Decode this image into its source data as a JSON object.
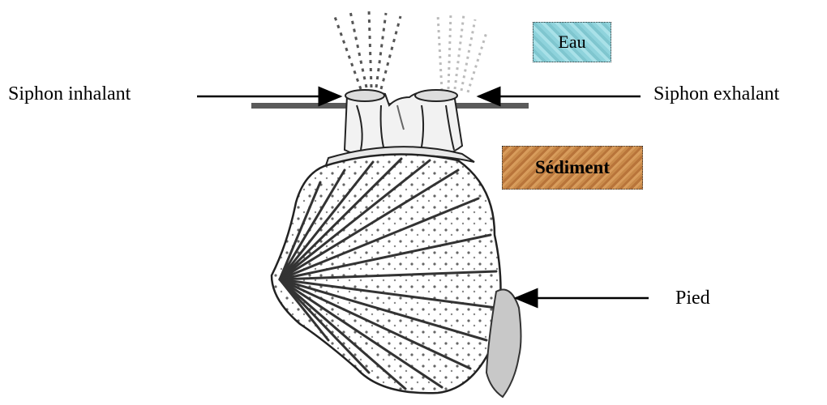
{
  "labels": {
    "siphon_inhalant": "Siphon inhalant",
    "siphon_exhalant": "Siphon exhalant",
    "eau": "Eau",
    "sediment": "Sédiment",
    "pied": "Pied"
  },
  "colors": {
    "water_box": "#a9e1e8",
    "sediment_box": "#c98a4a",
    "foot": "#c8c8c8",
    "sediment_line": "#555555"
  }
}
